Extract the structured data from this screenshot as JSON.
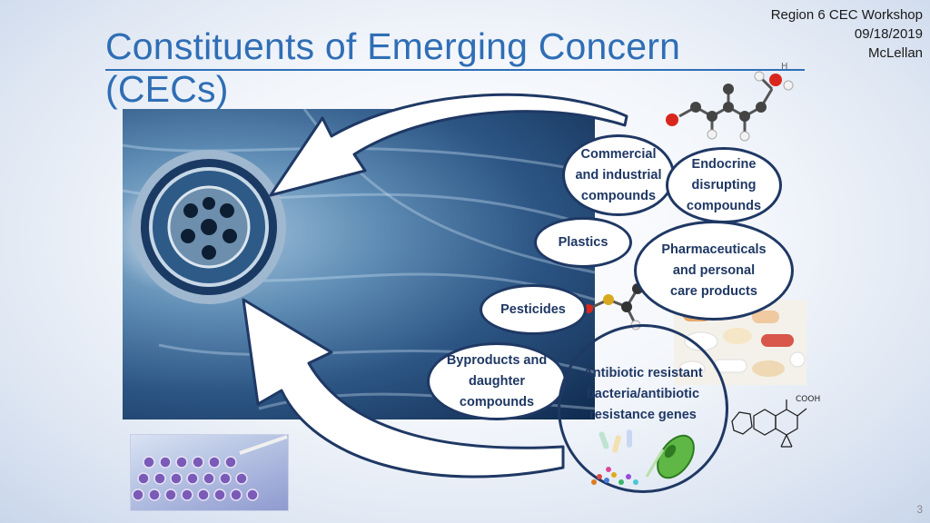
{
  "slide": {
    "title": "Constituents of Emerging Concern (CECs)",
    "meta_line1": "Region 6 CEC Workshop",
    "meta_line2": "09/18/2019",
    "meta_line3": "McLellan",
    "page_number": "3"
  },
  "bubbles": {
    "commercial": "Commercial\nand industrial\ncompounds",
    "endocrine": "Endocrine\ndisrupting\ncompounds",
    "plastics": "Plastics",
    "pharma": "Pharmaceuticals\nand personal\ncare products",
    "pesticides": "Pesticides",
    "byproducts": "Byproducts and\ndaughter\ncompounds",
    "antibiotic": "Antibiotic resistant\nbacteria/antibiotic\nresistance genes"
  },
  "colors": {
    "title": "#2f6eb5",
    "bubble_border": "#1f3864",
    "bubble_text": "#1f3864",
    "arrow_border": "#1f3864"
  },
  "icons": {
    "chem_label": "COOH",
    "molecule_atom": "H"
  }
}
